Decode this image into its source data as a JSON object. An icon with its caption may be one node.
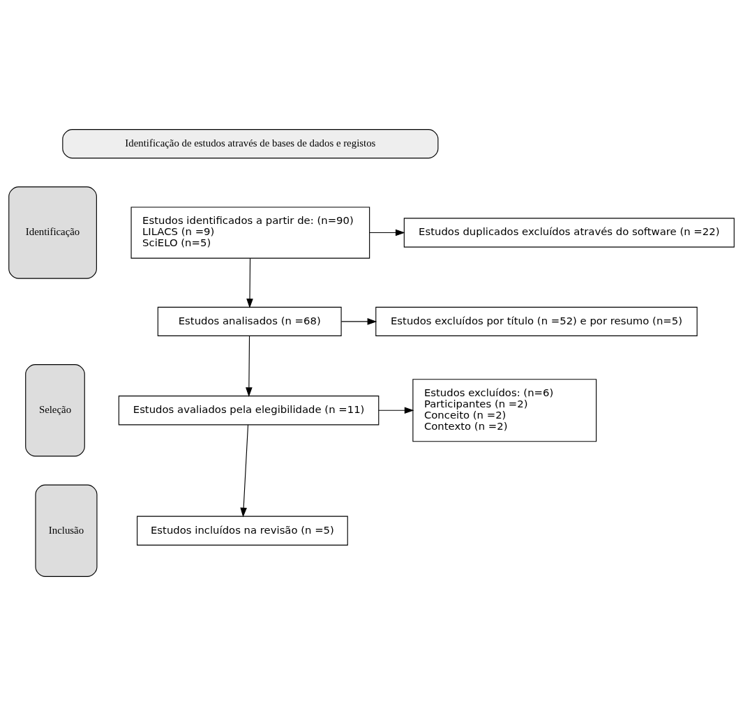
{
  "diagram": {
    "nodes": [
      {
        "text": [
          "Identificação de estudos através de bases de dados e registos"
        ]
      },
      {
        "text": [
          "Identificação"
        ]
      },
      {
        "text": [
          "Estudos identificados a partir de: (n=90)",
          "LILACS (n =9)",
          "SciELO (n=5)"
        ]
      },
      {
        "text": [
          "Estudos duplicados excluídos através do software (n =22)"
        ]
      },
      {
        "text": [
          "Seleção"
        ]
      },
      {
        "text": [
          "Estudos analisados (n =68)"
        ]
      },
      {
        "text": [
          "Estudos excluídos por título (n =52) e por resumo (n=5)"
        ]
      },
      {
        "text": [
          "Estudos avaliados pela elegibilidade (n =11)"
        ]
      },
      {
        "text": [
          "Estudos excluídos: (n=6)",
          "Participantes (n =2)",
          "Conceito (n =2)",
          "Contexto (n =2)"
        ]
      },
      {
        "text": [
          "Inclusão"
        ]
      },
      {
        "text": [
          "Estudos incluídos na revisão (n =5)"
        ]
      }
    ],
    "edges": [
      {
        "from": 2,
        "to": 3,
        "arrow": "to"
      },
      {
        "from": 2,
        "to": 5,
        "arrow": "to"
      },
      {
        "from": 5,
        "to": 6,
        "arrow": "to"
      },
      {
        "from": 5,
        "to": 7,
        "arrow": "to"
      },
      {
        "from": 7,
        "to": 8,
        "arrow": "to"
      },
      {
        "from": 7,
        "to": 10,
        "arrow": "to"
      }
    ]
  }
}
